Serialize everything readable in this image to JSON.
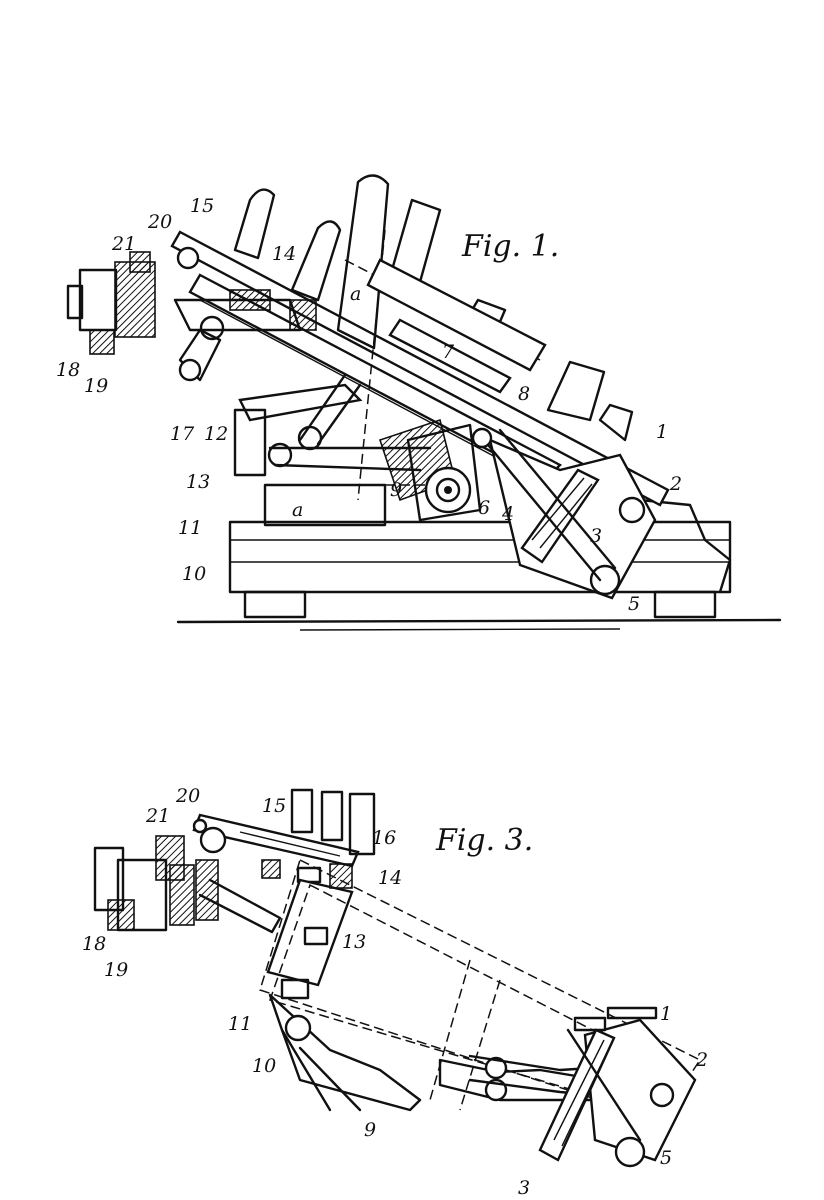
{
  "figures": [
    {
      "title": "Fig. 1.",
      "labels": [
        "15",
        "20",
        "21",
        "14",
        "a",
        "7",
        "8",
        "1",
        "2",
        "3",
        "4",
        "5",
        "6",
        "9",
        "10",
        "11",
        "12",
        "13",
        "17",
        "18",
        "19",
        "a"
      ]
    },
    {
      "title": "Fig. 3.",
      "labels": [
        "20",
        "15",
        "16",
        "14",
        "21",
        "13",
        "18",
        "19",
        "11",
        "10",
        "9",
        "1",
        "2",
        "5",
        "3"
      ]
    }
  ]
}
